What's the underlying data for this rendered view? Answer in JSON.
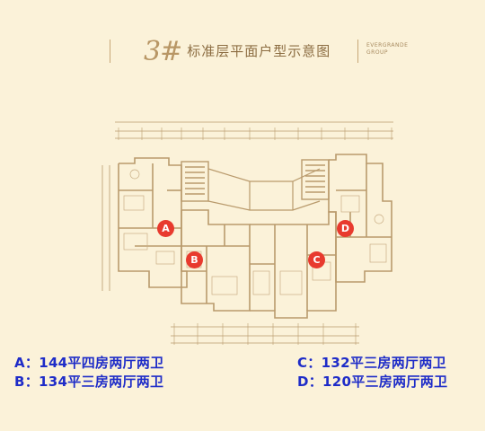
{
  "header": {
    "building_number": "3#",
    "title": "标准层平面户型示意图",
    "brand_line1": "EVERGRANDE",
    "brand_line2": "GROUP"
  },
  "markers": [
    "A",
    "B",
    "C",
    "D"
  ],
  "legend": [
    {
      "unit": "A",
      "text": "A：144平四房两厅两卫"
    },
    {
      "unit": "B",
      "text": "B：134平三房两厅两卫"
    },
    {
      "unit": "C",
      "text": "C：132平三房两厅两卫"
    },
    {
      "unit": "D",
      "text": "D：120平三房两厅两卫"
    }
  ],
  "colors": {
    "background": "#fbf2d9",
    "plan_line": "#b99a6c",
    "marker": "#e83a2e",
    "legend_text": "#1e2cc8"
  }
}
